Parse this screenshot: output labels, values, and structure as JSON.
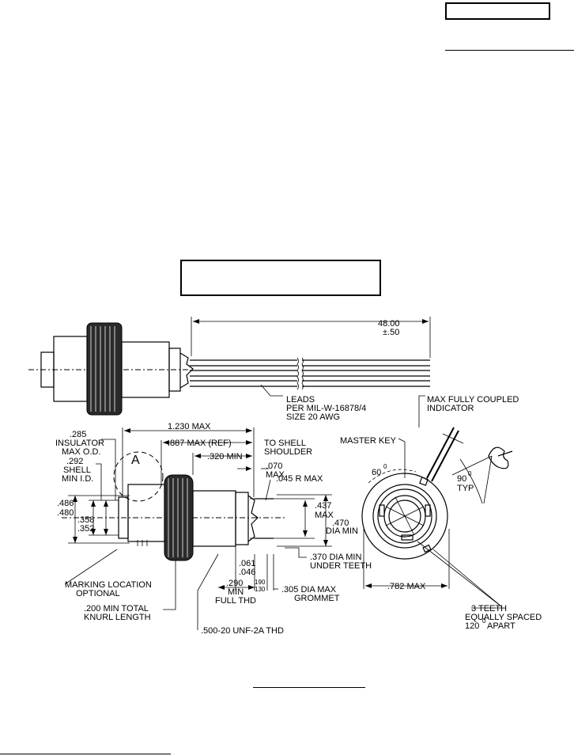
{
  "drawing": {
    "dim_length": "48.00",
    "dim_tol": "±.50",
    "leads_1": "LEADS",
    "leads_2": "PER MIL-W-16878/4",
    "leads_3": "SIZE 20 AWG",
    "max_fully_coupled_1": "MAX FULLY COUPLED",
    "max_fully_coupled_2": "INDICATOR",
    "d_285": ".285",
    "insulator_1": "INSULATOR",
    "insulator_2": "MAX O.D.",
    "d_292": ".292",
    "shell_1": "SHELL",
    "shell_2": "MIN I.D.",
    "detail_a": "A",
    "d_1230": "1.230 MAX",
    "d_887": ".887 MAX (REF)",
    "to_shell_1": "TO SHELL",
    "to_shell_2": "SHOULDER",
    "d_320": ".320 MIN",
    "d_070": ".070",
    "d_070_max": "MAX",
    "d_045": ".045  R MAX",
    "d_486": ".486",
    "d_480": ".480",
    "d_358": ".358",
    "d_352": ".352",
    "d_437": ".437",
    "d_437_max": "MAX",
    "d_470": ".470",
    "d_470_dia": "DIA MIN",
    "d_061": ".061",
    "d_046": ".046",
    "d_290": ".290",
    "d_290_min": "MIN",
    "full_thd": "FULL THD",
    "d_190": "190",
    "d_130": "130",
    "d_370_1": ".370 DIA MIN",
    "d_370_2": "UNDER TEETH",
    "d_305_1": ".305 DIA MAX",
    "d_305_2": "GROMMET",
    "marking_1": "MARKING LOCATION",
    "marking_2": "OPTIONAL",
    "knurl_1": ".200 MIN TOTAL",
    "knurl_2": "KNURL LENGTH",
    "thread": ".500-20 UNF-2A THD",
    "master_key": "MASTER KEY",
    "deg_60": "60",
    "deg_sup": "0",
    "deg_90": "90",
    "typ": "TYP",
    "d_782": ".782 MAX",
    "teeth_1": "3 TEETH",
    "teeth_2": "EQUALLY SPACED",
    "teeth_3": "120",
    "teeth_3b": " APART"
  }
}
